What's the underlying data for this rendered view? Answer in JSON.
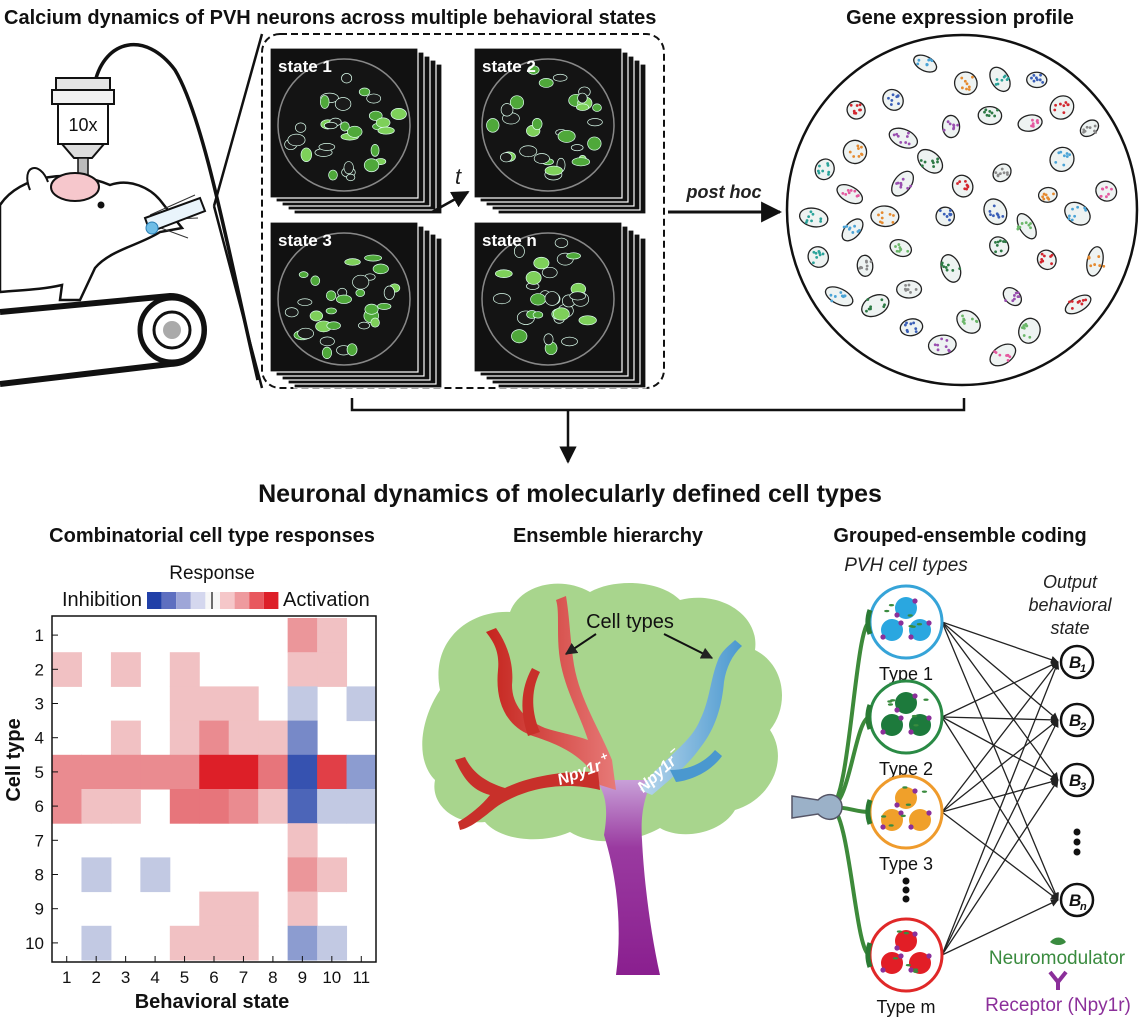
{
  "top": {
    "calcium_title": "Calcium dynamics of PVH neurons across multiple behavioral states",
    "gene_title": "Gene expression profile",
    "objective_label": "10x",
    "states": [
      "state 1",
      "state 2",
      "state 3",
      "state n"
    ],
    "time_label": "t",
    "post_hoc_label": "post hoc"
  },
  "main_title": "Neuronal dynamics of molecularly defined cell types",
  "heatmap": {
    "title": "Combinatorial cell type responses",
    "response_label": "Response",
    "inhibition_label": "Inhibition",
    "activation_label": "Activation",
    "colorbar": [
      "#2140a8",
      "#5e6fc0",
      "#9ea6d8",
      "#d4d7ee",
      "#f7f7f7",
      "#f5c7c9",
      "#ee9a9e",
      "#e8585e",
      "#dd1f28"
    ],
    "y_label": "Cell type",
    "x_label": "Behavioral state",
    "x_ticks": [
      "1",
      "2",
      "3",
      "4",
      "5",
      "6",
      "7",
      "8",
      "9",
      "10",
      "11"
    ],
    "y_ticks": [
      "1",
      "2",
      "3",
      "4",
      "5",
      "6",
      "7",
      "8",
      "9",
      "10"
    ],
    "values": [
      [
        0,
        0,
        0,
        0,
        0,
        0,
        0,
        0,
        0.45,
        0.25,
        0
      ],
      [
        0.25,
        0,
        0.25,
        0,
        0.25,
        0,
        0,
        0,
        0.25,
        0.25,
        0
      ],
      [
        0,
        0,
        0,
        0,
        0.25,
        0.25,
        0.25,
        0,
        -0.25,
        0,
        -0.25
      ],
      [
        0,
        0,
        0.25,
        0,
        0.25,
        0.5,
        0.25,
        0.25,
        -0.6,
        0,
        0
      ],
      [
        0.5,
        0.5,
        0.5,
        0.5,
        0.5,
        1,
        1,
        0.6,
        -0.9,
        0.85,
        -0.5
      ],
      [
        0.5,
        0.25,
        0.25,
        0,
        0.6,
        0.6,
        0.5,
        0.25,
        -0.8,
        -0.25,
        -0.25
      ],
      [
        0,
        0,
        0,
        0,
        0,
        0,
        0,
        0,
        0.25,
        0,
        0
      ],
      [
        0,
        -0.25,
        0,
        -0.25,
        0,
        0,
        0,
        0,
        0.45,
        0.25,
        0
      ],
      [
        0,
        0,
        0,
        0,
        0,
        0.25,
        0.25,
        0,
        0.25,
        0,
        0
      ],
      [
        0,
        -0.25,
        0,
        0,
        0.25,
        0.25,
        0.25,
        0,
        -0.5,
        -0.25,
        0
      ]
    ]
  },
  "tree": {
    "title": "Ensemble hierarchy",
    "cell_types_label": "Cell types",
    "npy_pos": "Npy1r",
    "npy_pos_sup": "+",
    "npy_neg": "Npy1r",
    "npy_neg_sup": "−"
  },
  "grouped": {
    "title": "Grouped-ensemble coding",
    "pvh_label": "PVH cell types",
    "output_label": [
      "Output",
      "behavioral",
      "state"
    ],
    "types": [
      "Type 1",
      "Type 2",
      "Type 3",
      "Type m"
    ],
    "type_colors": [
      "#2aa7e0",
      "#1d7a3c",
      "#f0a02a",
      "#e21e26"
    ],
    "ring_colors": [
      "#36a4d8",
      "#2a8a45",
      "#ef9b2c",
      "#e02828"
    ],
    "outputs": [
      {
        "main": "B",
        "sub": "1"
      },
      {
        "main": "B",
        "sub": "2"
      },
      {
        "main": "B",
        "sub": "3"
      },
      {
        "main": "B",
        "sub": "n"
      }
    ],
    "legend_neuromodulator": "Neuromodulator",
    "legend_receptor": "Receptor (Npy1r)",
    "neuromodulator_color": "#3a8b3f",
    "receptor_color": "#8b2f9a"
  }
}
